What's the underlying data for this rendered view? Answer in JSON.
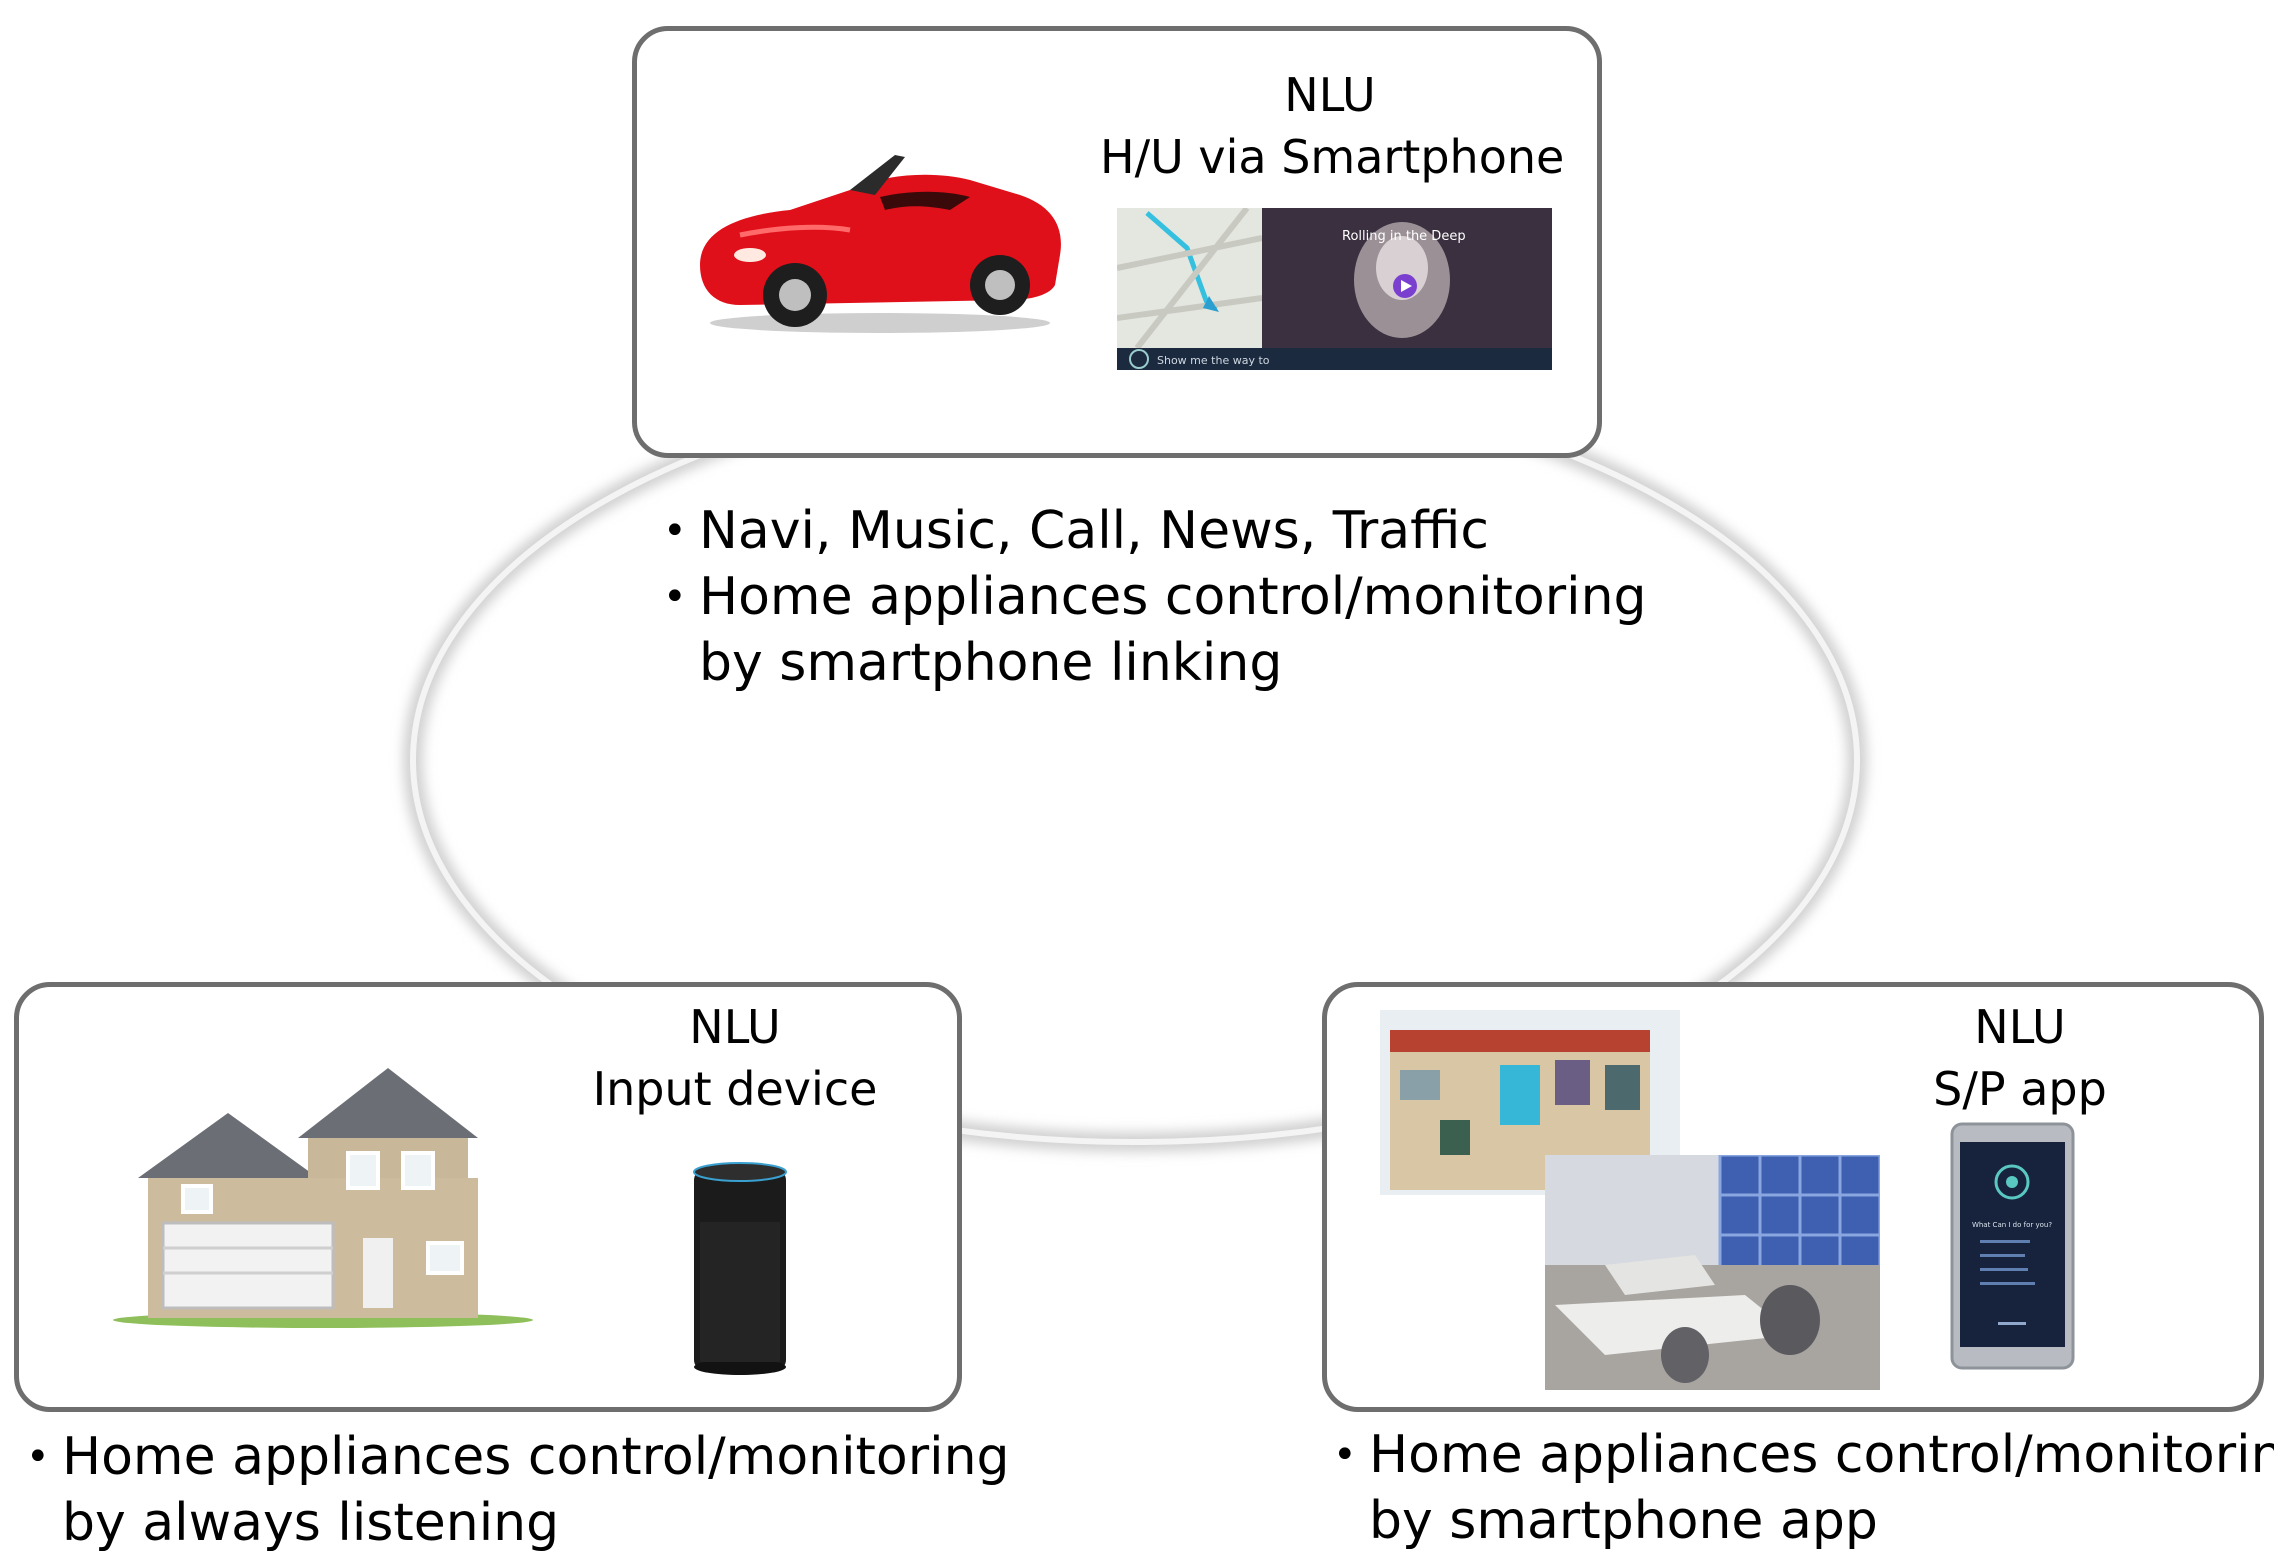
{
  "car_panel": {
    "title": "NLU",
    "subtitle": "H/U via Smartphone",
    "screen": {
      "track": "Rolling in the Deep",
      "prompt": "Show me the way to"
    }
  },
  "center_bullets": {
    "items": [
      "Navi, Music, Call, News, Traffic",
      "Home appliances control/monitoring",
      "by smartphone linking"
    ]
  },
  "home_panel": {
    "title": "NLU",
    "subtitle": "Input device",
    "bullets": [
      "Home appliances control/monitoring",
      "by always listening"
    ]
  },
  "office_panel": {
    "title": "NLU",
    "subtitle": "S/P app",
    "phone_text": "What Can I do for you?",
    "bullets": [
      "Home appliances control/monitoring",
      "by smartphone app"
    ]
  },
  "colors": {
    "panel_border": "#6e6e6e",
    "car_red": "#e0101a",
    "ring": "#d6d6d6"
  }
}
